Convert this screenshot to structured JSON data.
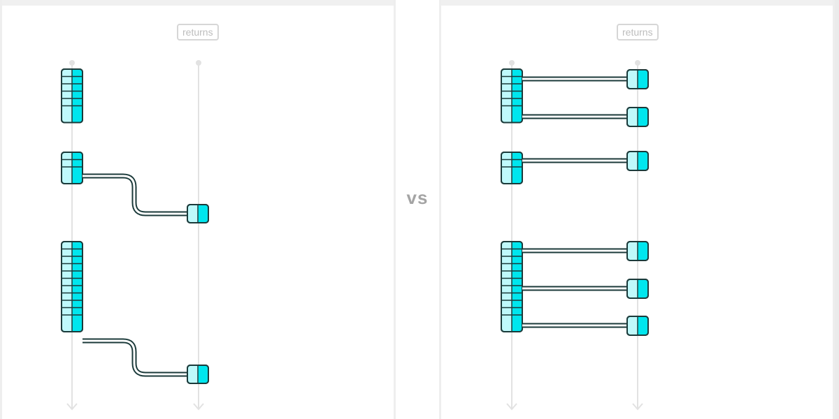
{
  "diagram": {
    "tag_label": "returns",
    "separator_label": "vs",
    "colors": {
      "accent": "#00e6ee",
      "accent_light": "#bff9fb",
      "stroke": "#1b3a3a",
      "track": "#e2e2e2"
    },
    "left_panel": {
      "frame_groups": [
        {
          "frames": 6,
          "returns": 0
        },
        {
          "frames": 3,
          "returns": 1
        },
        {
          "frames": 11,
          "returns": 1
        }
      ]
    },
    "right_panel": {
      "frame_groups": [
        {
          "frames": 6,
          "returns": 2
        },
        {
          "frames": 3,
          "returns": 1
        },
        {
          "frames": 11,
          "returns": 3
        }
      ]
    }
  }
}
